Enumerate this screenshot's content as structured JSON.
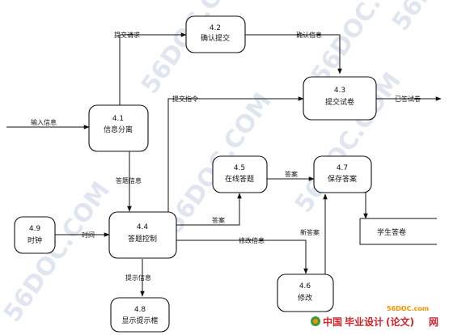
{
  "processes": [
    {
      "id": "p41",
      "number": "4.1",
      "name": "信息分离"
    },
    {
      "id": "p42",
      "number": "4.2",
      "name": "确认提交"
    },
    {
      "id": "p43",
      "number": "4.3",
      "name": "提交试卷"
    },
    {
      "id": "p44",
      "number": "4.4",
      "name": "答题控制"
    },
    {
      "id": "p45",
      "number": "4.5",
      "name": "在线答题"
    },
    {
      "id": "p46",
      "number": "4.6",
      "name": "修改"
    },
    {
      "id": "p47",
      "number": "4.7",
      "name": "保存答案"
    },
    {
      "id": "p48",
      "number": "4.8",
      "name": "显示提示框"
    },
    {
      "id": "p49",
      "number": "4.9",
      "name": "时钟"
    }
  ],
  "data_store": {
    "name": "学生答卷"
  },
  "flow_labels": {
    "input_info": "输入信息",
    "submit_request": "提交请求",
    "confirm_info": "确认信息",
    "submit_command": "提交指令",
    "answered_paper": "已答试卷",
    "answer_info": "答题信息",
    "time": "时间",
    "answer_to_online": "答案",
    "answer_to_save": "答案",
    "modify_info": "修改信息",
    "new_answer": "新答案",
    "prompt_info": "提示信息"
  },
  "watermark": {
    "text": "56DOC.COM"
  },
  "footer": {
    "site": "56DOC.com",
    "brand_cn": "中国",
    "brand_main": "毕业设计",
    "brand_paren": "(论文)",
    "brand_net": "网"
  },
  "colors": {
    "line": "#111111",
    "watermark": "#c8d3e3",
    "brand_red": "#d2232a",
    "brand_orange": "#f39200",
    "brand_green": "#3a9a3a"
  }
}
